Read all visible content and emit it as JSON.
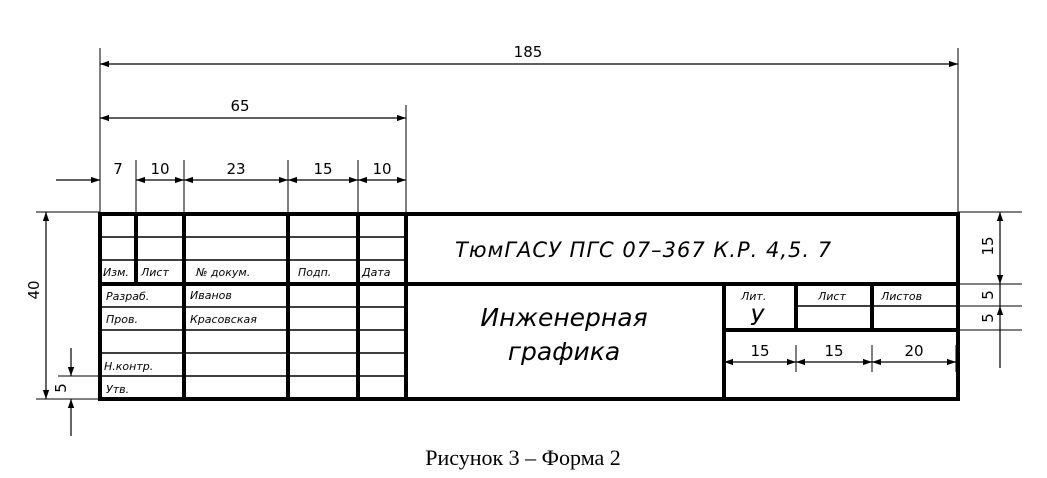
{
  "dimensions": {
    "total_width": "185",
    "left_block": "65",
    "col_izm": "7",
    "col_list": "10",
    "col_dokum": "23",
    "col_podp": "15",
    "col_data": "10",
    "height_total": "40",
    "row_height": "5",
    "height_code": "15",
    "height_lit_header": "5",
    "height_lit_value": "5",
    "col_lit": "15",
    "col_list_right": "15",
    "col_listov": "20"
  },
  "table": {
    "header": {
      "izm": "Изм.",
      "list": "Лист",
      "dokum": "№ докум.",
      "podp": "Подп.",
      "data": "Дата"
    },
    "rows": {
      "razrab": "Разраб.",
      "razrab_name": "Иванов",
      "prov": "Пров.",
      "prov_name": "Красовская",
      "nkontr": "Н.контр.",
      "utv": "Утв."
    },
    "document_code": "ТюмГАСУ ПГС 07–367 К.Р. 4,5. 7",
    "title_line1": "Инженерная",
    "title_line2": "графика",
    "lit_label": "Лит.",
    "list_label": "Лист",
    "listov_label": "Листов",
    "lit_value": "У"
  },
  "caption": "Рисунок 3 – Форма 2"
}
